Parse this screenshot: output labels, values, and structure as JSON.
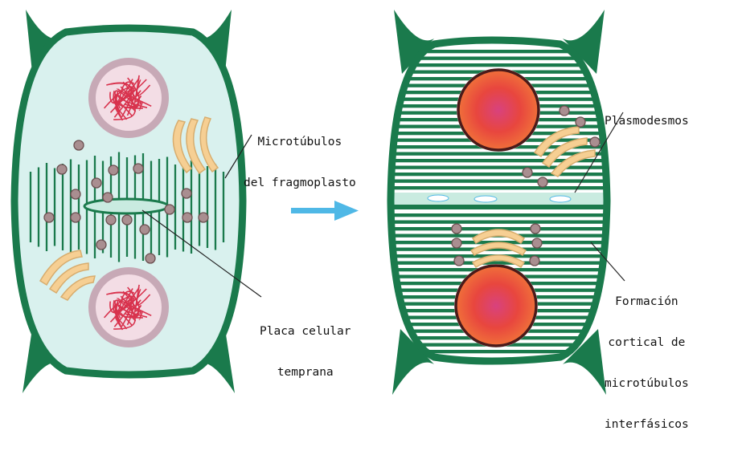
{
  "labels": {
    "microtubulos": [
      "Microtúbulos",
      "del fragmoplasto"
    ],
    "placa": [
      "Placa celular",
      "temprana"
    ],
    "plasmodesmos": "Plasmodesmos",
    "formacion": [
      "Formación",
      "cortical de",
      "microtúbulos",
      "interfásicos"
    ]
  },
  "colors": {
    "cell_wall": "#1a7a4c",
    "cytoplasm_left": "#d9f1ee",
    "microtubule": "#1a7a4c",
    "nucleus_ring": "#c7a9b6",
    "chromatin": "#d8324d",
    "nucleus_solid": "#e8463e",
    "golgi": "#f6cf93",
    "vesicle": "#a98e90",
    "arrow": "#4fb8e6"
  }
}
